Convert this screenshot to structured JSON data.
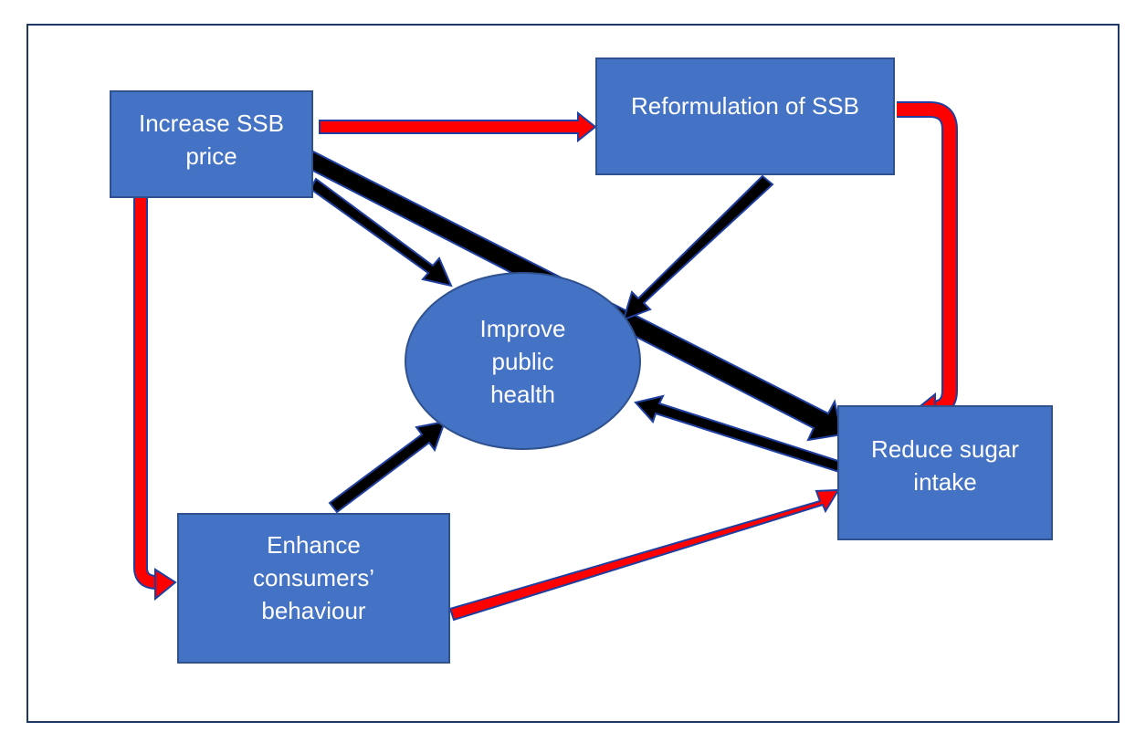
{
  "nodes": {
    "increase_price": "Increase SSB\nprice",
    "reformulation": "Reformulation of SSB",
    "reduce_sugar": "Reduce sugar\nintake",
    "enhance_behaviour": "Enhance\nconsumers’\nbehaviour",
    "improve_health": "Improve\npublic\nhealth"
  },
  "edges": [
    {
      "from": "increase_price",
      "to": "reformulation",
      "style": "red"
    },
    {
      "from": "increase_price",
      "to": "enhance_behaviour",
      "style": "red"
    },
    {
      "from": "reformulation",
      "to": "reduce_sugar",
      "style": "red"
    },
    {
      "from": "enhance_behaviour",
      "to": "reduce_sugar",
      "style": "red"
    },
    {
      "from": "increase_price",
      "to": "reduce_sugar",
      "style": "black-thick"
    },
    {
      "from": "increase_price",
      "to": "improve_health",
      "style": "black"
    },
    {
      "from": "reformulation",
      "to": "improve_health",
      "style": "black"
    },
    {
      "from": "reduce_sugar",
      "to": "improve_health",
      "style": "black"
    },
    {
      "from": "enhance_behaviour",
      "to": "improve_health",
      "style": "black"
    }
  ],
  "colors": {
    "node_fill": "#4472c4",
    "node_border": "#2f528f",
    "red_arrow": "#ff0000",
    "black_arrow": "#000000",
    "arrow_outline": "#1f3fa0",
    "frame": "#1f3864"
  }
}
